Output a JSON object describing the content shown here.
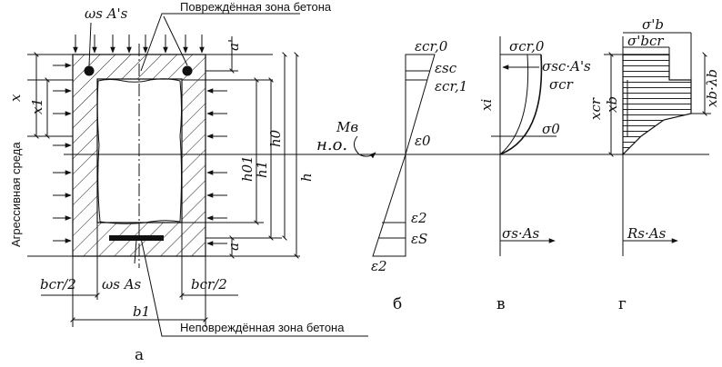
{
  "title_top": "Повреждённая зона бетона",
  "title_bottom": "Неповреждённая зона бетона",
  "environment": "Агрессивная среда",
  "section": {
    "top_bar": "ωs A's",
    "a_top": "a'",
    "a_bot": "a",
    "x": "x",
    "x1": "x1",
    "h01": "h01",
    "h1": "h1",
    "h0": "h0",
    "h": "h",
    "bcr_left": "bcr/2",
    "bcr_right": "bcr/2",
    "bottom_bar": "ωs As",
    "b1": "b1",
    "label": "а"
  },
  "strain": {
    "eps_cr0": "εcr,0",
    "eps_sc": "εsc",
    "eps_cr1": "εcr,1",
    "eps0": "ε0",
    "eps2a": "ε2",
    "epsS": "εS",
    "eps2b": "ε2",
    "moment": "Mв",
    "neutral_axis": "н.о.",
    "label": "б"
  },
  "stress": {
    "sig_cr0": "σcr,0",
    "sig_sc": "σsc·A's",
    "sig_cr": "σcr",
    "sig0": "σ0",
    "xi": "xi",
    "bottom": "σs·As",
    "label": "в"
  },
  "block": {
    "sig_b": "σ'b",
    "sig_bcr": "σ'bcr",
    "x_cr": "xcr",
    "x_b": "xb",
    "xb_lambda": "xb·λb",
    "bottom": "Rs·As",
    "label": "г"
  }
}
